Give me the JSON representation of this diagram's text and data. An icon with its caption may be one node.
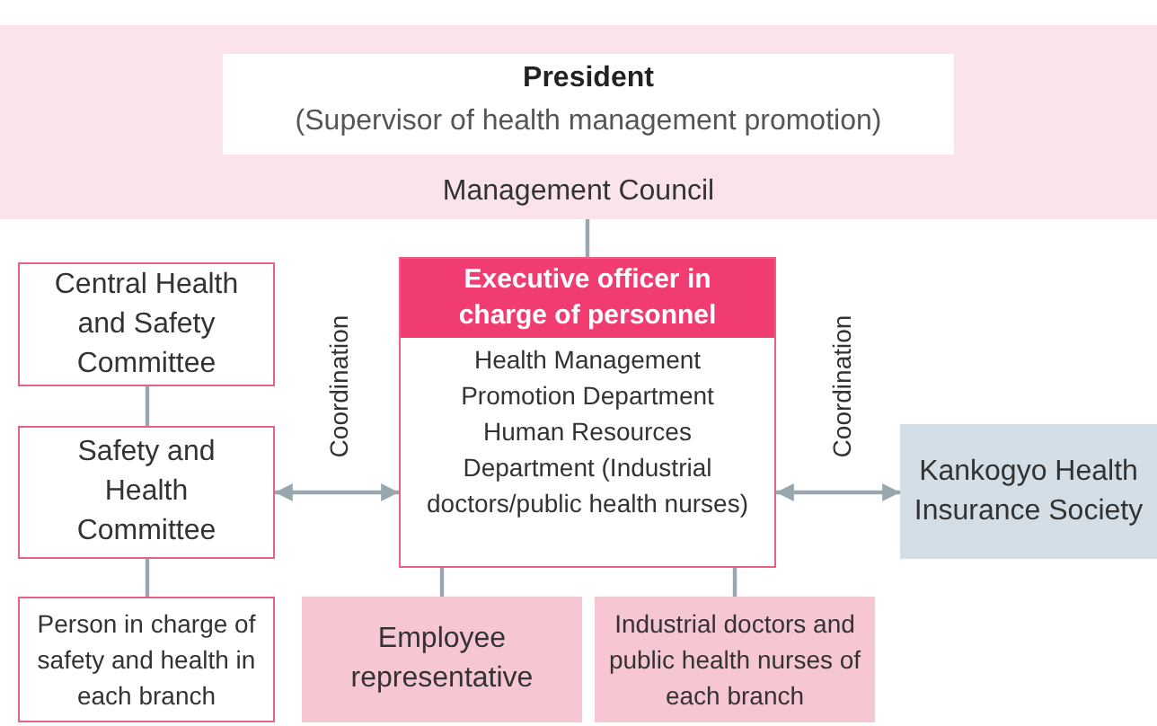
{
  "diagram": {
    "nodes": [
      {
        "text": [
          "Management Council"
        ]
      },
      {
        "text": [
          "President",
          "(Supervisor of health management promotion)"
        ],
        "in": 0
      },
      {
        "text": [
          "Central Health and Safety Committee"
        ]
      },
      {
        "text": [
          "Safety and Health Committee"
        ]
      },
      {
        "text": [
          "Person in charge of safety and health in each branch"
        ]
      },
      {
        "text": [
          "Executive officer in charge of personnel",
          "Health Management Promotion Department Human Resources Department (Industrial doctors/public health nurses)"
        ]
      },
      {
        "text": [
          "Kankogyo Health Insurance Society"
        ]
      },
      {
        "text": [
          "Employee representative"
        ]
      },
      {
        "text": [
          "Industrial doctors and public health nurses of each branch"
        ]
      }
    ],
    "edges": [
      {
        "from": 0,
        "to": 5,
        "arrow": "none"
      },
      {
        "from": 2,
        "to": 3,
        "arrow": "none"
      },
      {
        "from": 3,
        "to": 4,
        "arrow": "none"
      },
      {
        "from": 3,
        "to": 5,
        "arrow": "both",
        "label": "Coordination"
      },
      {
        "from": 5,
        "to": 6,
        "arrow": "both",
        "label": "Coordination"
      },
      {
        "from": 5,
        "to": 7,
        "arrow": "none"
      },
      {
        "from": 5,
        "to": 8,
        "arrow": "none"
      }
    ]
  }
}
